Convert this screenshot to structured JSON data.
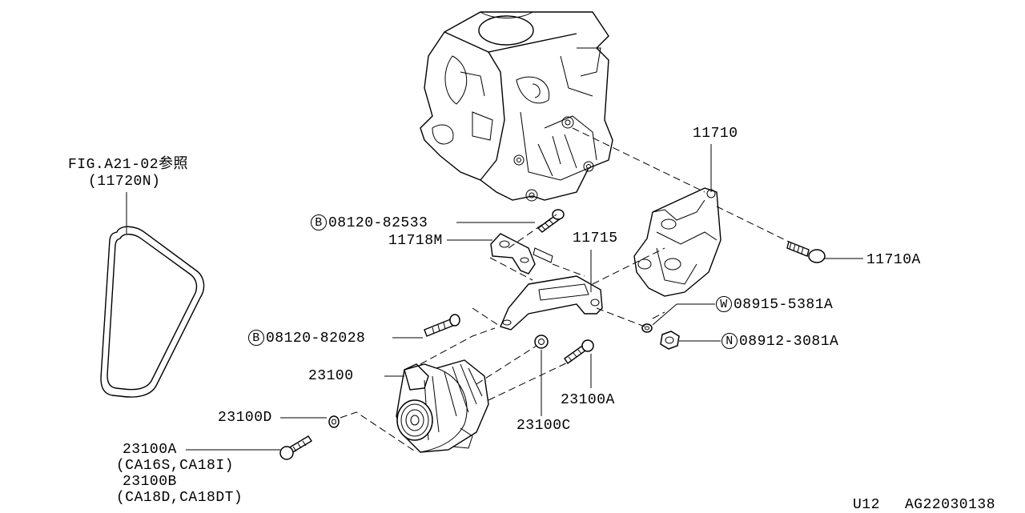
{
  "diagram": {
    "figure_ref": {
      "line1": "FIG.A21-02参照",
      "line2": "(11720N)"
    },
    "parts": {
      "p11710": "11710",
      "p11710A": "11710A",
      "p11715": "11715",
      "p11718M": "11718M",
      "p23100": "23100",
      "p23100A_right": "23100A",
      "p23100C": "23100C",
      "p23100D": "23100D",
      "p23100A_left": "23100A",
      "variant1": "(CA16S,CA18I)",
      "p23100B": "23100B",
      "variant2": "(CA18D,CA18DT)"
    },
    "callouts": {
      "bolt1": {
        "mark": "B",
        "number": "08120-82533"
      },
      "bolt2": {
        "mark": "B",
        "number": "08120-82028"
      },
      "washer": {
        "mark": "W",
        "number": "08915-5381A"
      },
      "nut": {
        "mark": "N",
        "number": "08912-3081A"
      }
    },
    "footer": {
      "page": "U12",
      "code": "AG22030138"
    }
  }
}
